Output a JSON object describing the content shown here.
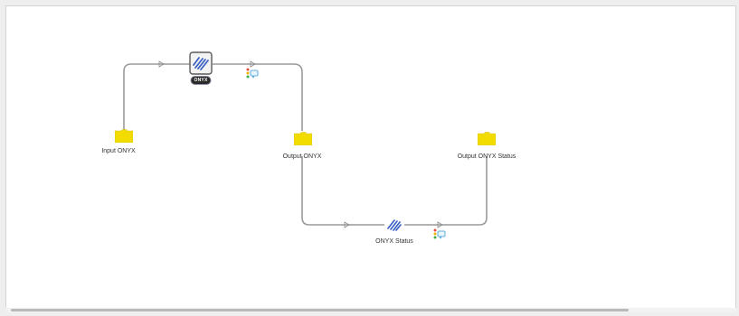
{
  "flow": {
    "nodes": {
      "input_onyx": {
        "label": "Input ONYX",
        "type": "folder"
      },
      "onyx_app": {
        "badge": "ONYX",
        "type": "app"
      },
      "output_onyx": {
        "label": "Output ONYX",
        "type": "folder"
      },
      "onyx_status_app": {
        "label": "ONYX Status",
        "type": "app"
      },
      "output_onyx_status": {
        "label": "Output ONYX Status",
        "type": "folder"
      }
    },
    "colors": {
      "folder": "#f2dc00",
      "connection": "#9a9a9a",
      "app_stripe": "#3b62c4",
      "canvas": "#ffffff"
    },
    "icons": [
      "folder-icon",
      "onyx-app-icon",
      "checkpoint-icon",
      "connection-arrow-icon"
    ]
  },
  "scrollbar": {
    "horizontal": true
  }
}
